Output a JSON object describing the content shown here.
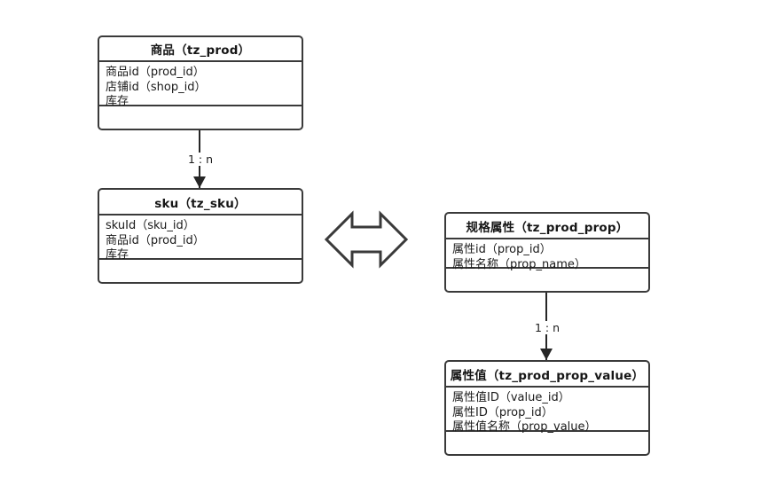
{
  "diagram": {
    "title_note": "",
    "entities": [
      {
        "id": "tz_prod",
        "title": "商品（tz_prod）",
        "fields": [
          "商品id（prod_id）",
          "店铺id（shop_id）",
          "库存"
        ]
      },
      {
        "id": "tz_sku",
        "title": "sku（tz_sku）",
        "fields": [
          "skuId（sku_id）",
          "商品id（prod_id）",
          "库存"
        ]
      },
      {
        "id": "tz_prod_prop",
        "title": "规格属性（tz_prod_prop）",
        "fields": [
          "属性id（prop_id）",
          "属性名称（prop_name）"
        ]
      },
      {
        "id": "tz_prod_prop_value",
        "title": "属性值（tz_prod_prop_value）",
        "fields": [
          "属性值ID（value_id）",
          "属性ID（prop_id）",
          "属性值名称（prop_value）"
        ]
      }
    ],
    "connectors": [
      {
        "id": "prod-to-sku",
        "label": "1 : n",
        "from": "tz_prod",
        "to": "tz_sku"
      },
      {
        "id": "prop-to-prop-value",
        "label": "1 : n",
        "from": "tz_prod_prop",
        "to": "tz_prod_prop_value"
      }
    ],
    "relation_arrow": {
      "name": "double-headed-arrow",
      "label": ""
    },
    "colors": {
      "box_border": "#3a3a3a",
      "connector": "#262626",
      "text": "#1a1a1a",
      "background": "#ffffff"
    }
  }
}
